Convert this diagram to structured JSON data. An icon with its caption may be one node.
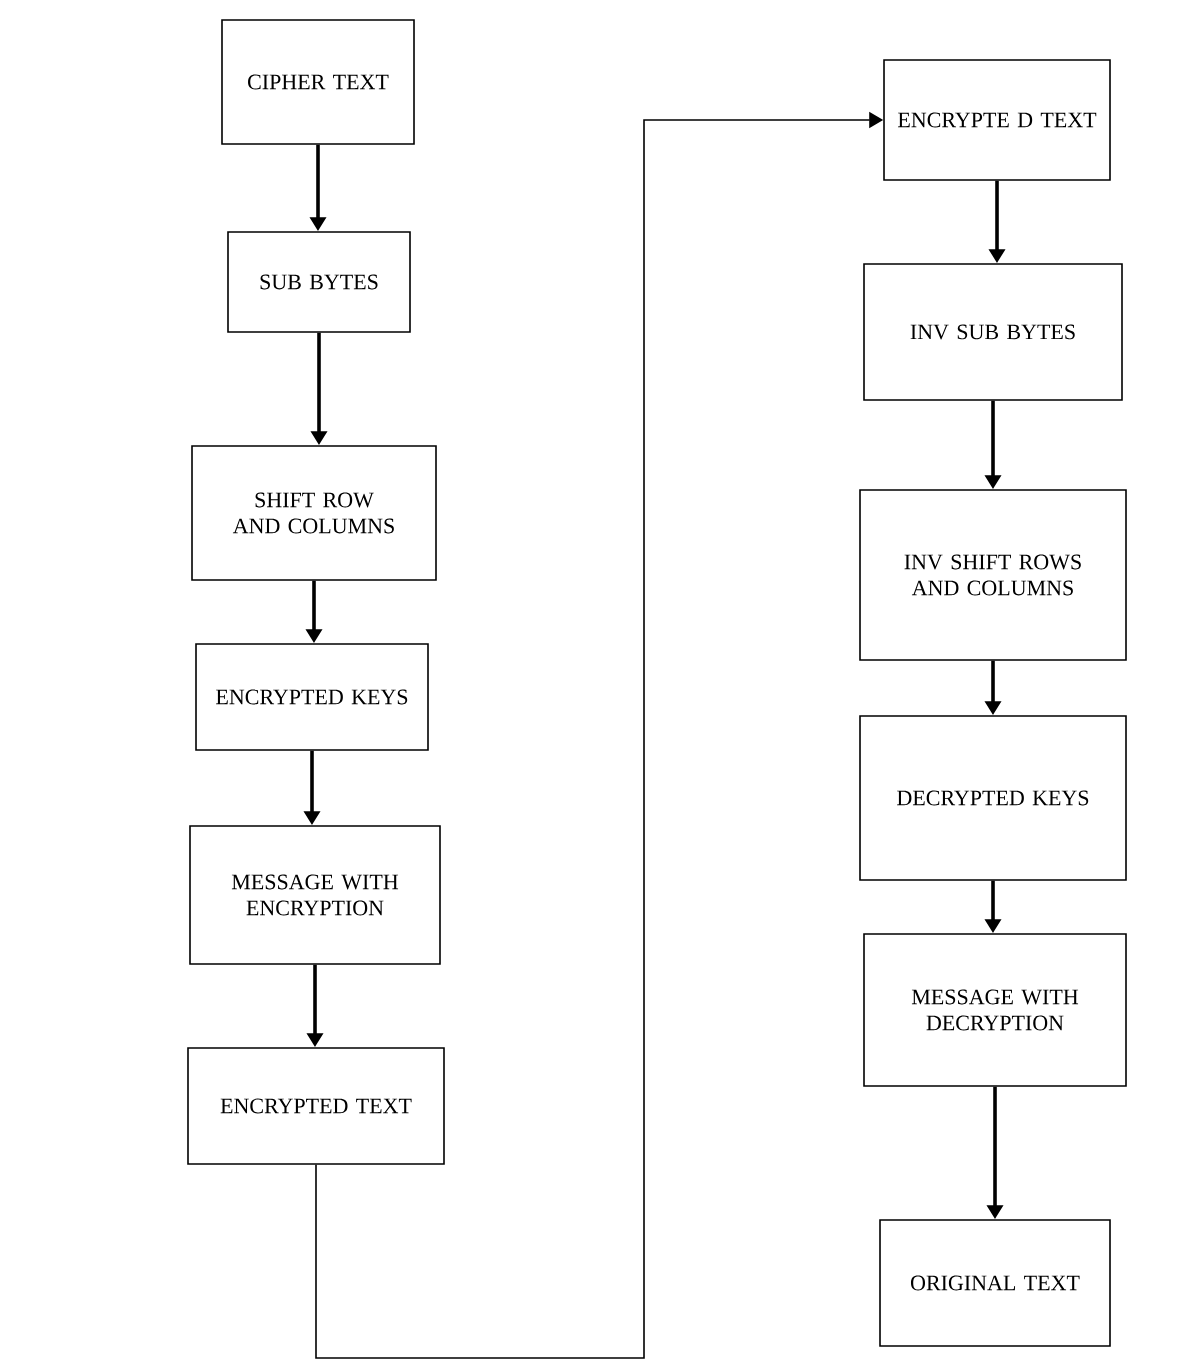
{
  "diagram": {
    "nodes": [
      {
        "text": [
          "CIPHER TEXT"
        ]
      },
      {
        "text": [
          "SUB BYTES"
        ]
      },
      {
        "text": [
          "SHIFT ROW AND COLUMNS"
        ]
      },
      {
        "text": [
          "ENCRYPTED KEYS"
        ]
      },
      {
        "text": [
          "MESSAGE WITH ENCRYPTION"
        ]
      },
      {
        "text": [
          "ENCRYPTED TEXT"
        ]
      },
      {
        "text": [
          "ENCRYPTE D TEXT"
        ]
      },
      {
        "text": [
          "INV SUB BYTES"
        ]
      },
      {
        "text": [
          "INV SHIFT ROWS AND COLUMNS"
        ]
      },
      {
        "text": [
          "DECRYPTED KEYS"
        ]
      },
      {
        "text": [
          "MESSAGE WITH DECRYPTION"
        ]
      },
      {
        "text": [
          "ORIGINAL TEXT"
        ]
      }
    ],
    "edges": [
      {
        "from": 0,
        "to": 1,
        "arrow": "to"
      },
      {
        "from": 1,
        "to": 2,
        "arrow": "to"
      },
      {
        "from": 2,
        "to": 3,
        "arrow": "to"
      },
      {
        "from": 3,
        "to": 4,
        "arrow": "to"
      },
      {
        "from": 4,
        "to": 5,
        "arrow": "to"
      },
      {
        "from": 5,
        "to": 6,
        "arrow": "to"
      },
      {
        "from": 6,
        "to": 7,
        "arrow": "to"
      },
      {
        "from": 7,
        "to": 8,
        "arrow": "to"
      },
      {
        "from": 8,
        "to": 9,
        "arrow": "to"
      },
      {
        "from": 9,
        "to": 10,
        "arrow": "to"
      },
      {
        "from": 10,
        "to": 11,
        "arrow": "to"
      }
    ]
  }
}
